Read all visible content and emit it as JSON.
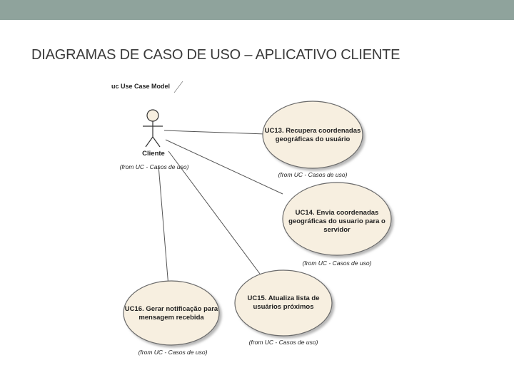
{
  "slide": {
    "title": "DIAGRAMAS DE CASO DE USO – APLICATIVO CLIENTE"
  },
  "diagram": {
    "header": "uc Use Case Model",
    "actor": {
      "name": "Cliente",
      "from": "(from UC - Casos de uso)"
    },
    "use_cases": [
      {
        "id": "uc13",
        "lines": [
          "UC13. Recupera coordenadas",
          "geográficas do usuário"
        ],
        "from": "(from UC - Casos de uso)"
      },
      {
        "id": "uc14",
        "lines": [
          "UC14. Envia coordenadas",
          "geográficas do usuario para o",
          "servidor"
        ],
        "from": "(from UC - Casos de uso)"
      },
      {
        "id": "uc15",
        "lines": [
          "UC15. Atualiza lista de",
          "usuários próximos"
        ],
        "from": "(from UC - Casos de uso)"
      },
      {
        "id": "uc16",
        "lines": [
          "UC16. Gerar notificação para",
          "mensagem recebida"
        ],
        "from": "(from UC - Casos de uso)"
      }
    ]
  },
  "colors": {
    "top_bar": "#8fa39c",
    "ellipse_fill": "#f7efe0",
    "ellipse_stroke": "#6b6b6b",
    "line": "#555555"
  }
}
